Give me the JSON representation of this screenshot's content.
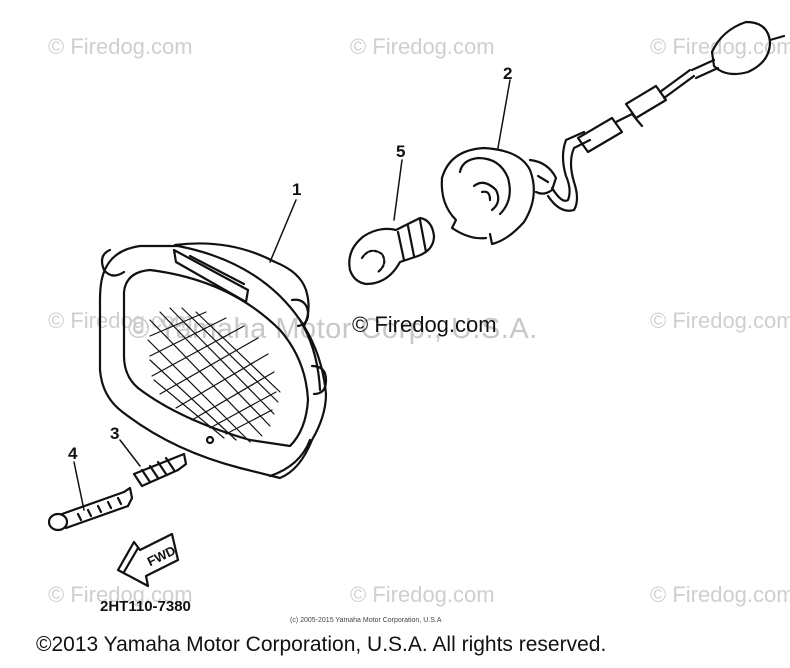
{
  "watermarks": {
    "w1": "© Firedog.com",
    "w2": "© Firedog.com",
    "w3": "© Firedog.com",
    "w4": "© Firedog.com",
    "w5": "© Firedog.com",
    "w6": "© Firedog.com",
    "w7": "© Firedog.com",
    "w8": "© Firedog.com",
    "w9": "© Firedog.com"
  },
  "faint_yamaha": "© Yamaha Motor Corp., U.S.A.",
  "main_watermark": "© Firedog.com",
  "callouts": {
    "c1": "1",
    "c2": "2",
    "c3": "3",
    "c4": "4",
    "c5": "5"
  },
  "fwd_label": "FWD",
  "diagram_code": "2HT110-7380",
  "small_copyright": "(c) 2005-2015 Yamaha Motor Corporation, U.S.A",
  "footer_copyright": "©2013 Yamaha Motor Corporation, U.S.A. All rights reserved."
}
